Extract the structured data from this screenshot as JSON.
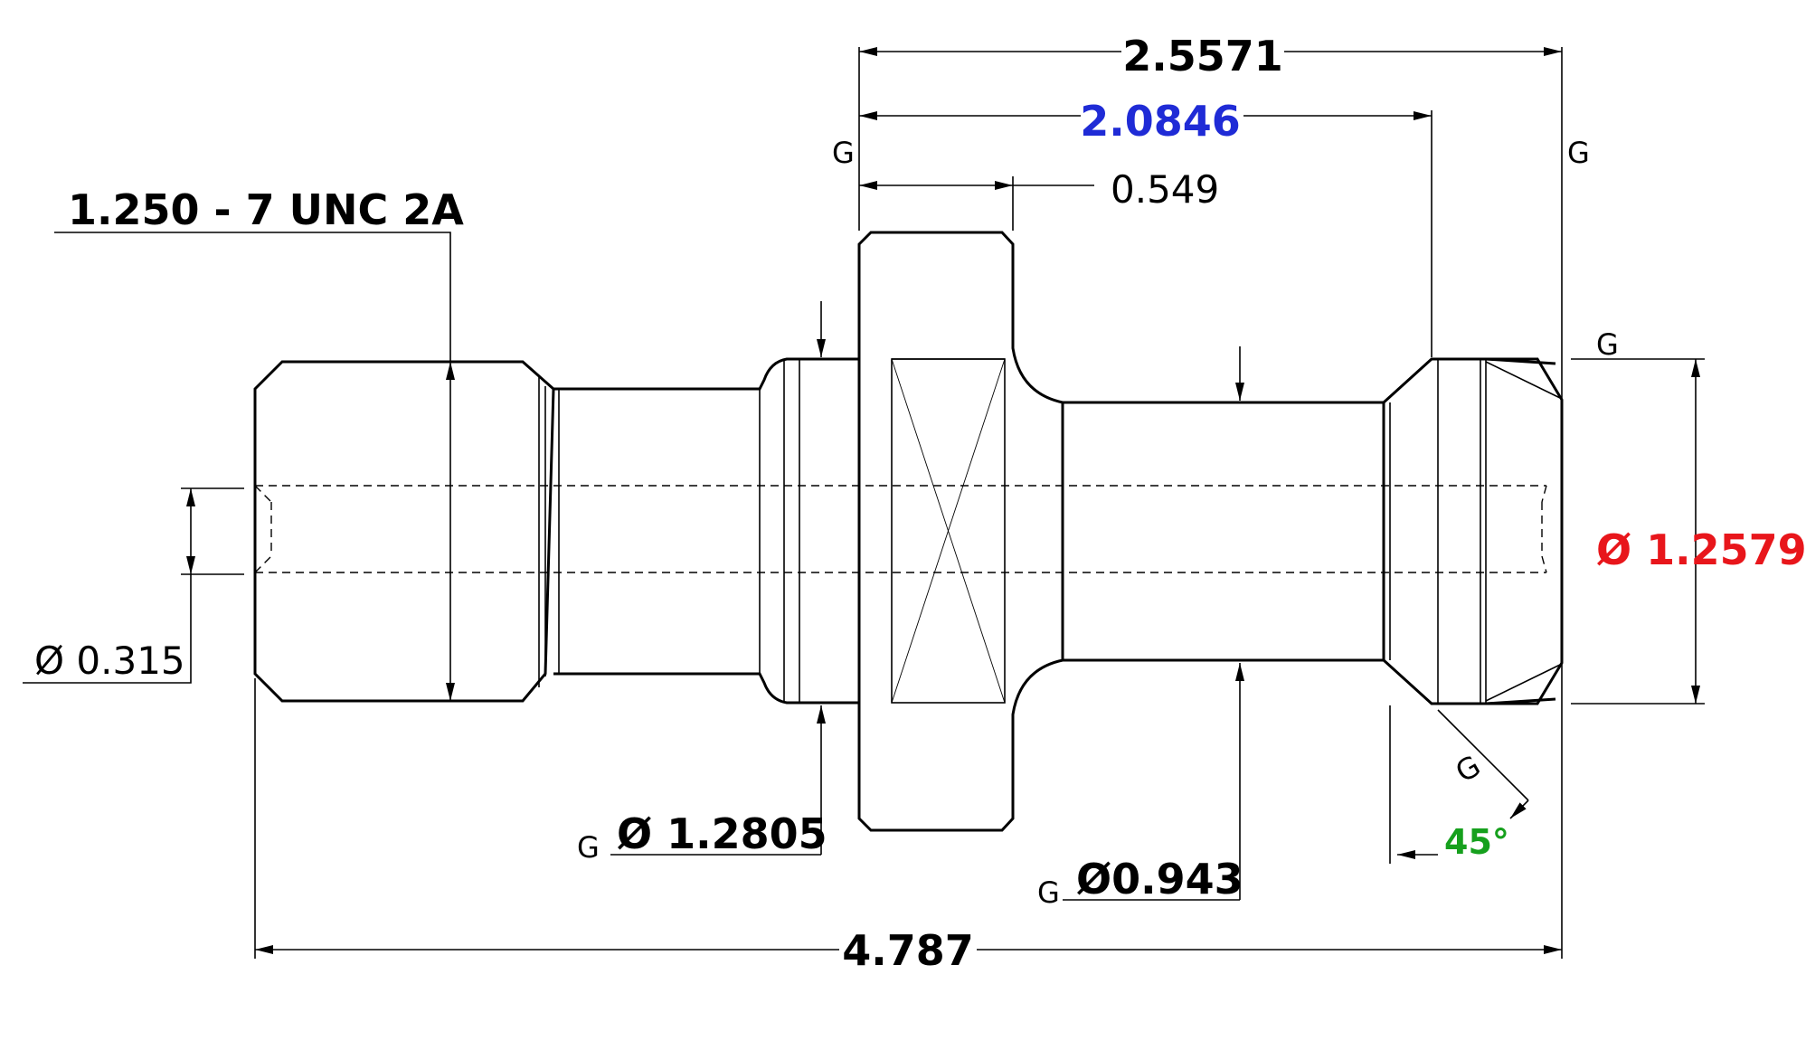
{
  "colors": {
    "line": "#000000",
    "blue": "#1f2bd6",
    "red": "#e8161b",
    "green": "#16a01d"
  },
  "dimensions": {
    "overall_length": "4.787",
    "top_length": "2.5571",
    "blue_length": "2.0846",
    "flange_width": "0.549",
    "thread_spec": "1.250 - 7 UNC 2A",
    "bore_dia": "Ø 0.315",
    "collar_dia": "Ø 1.2805",
    "shank_dia": "Ø0.943",
    "head_dia": "Ø 1.2579",
    "chamfer_angle": "45°"
  },
  "markers": {
    "g": "G"
  }
}
